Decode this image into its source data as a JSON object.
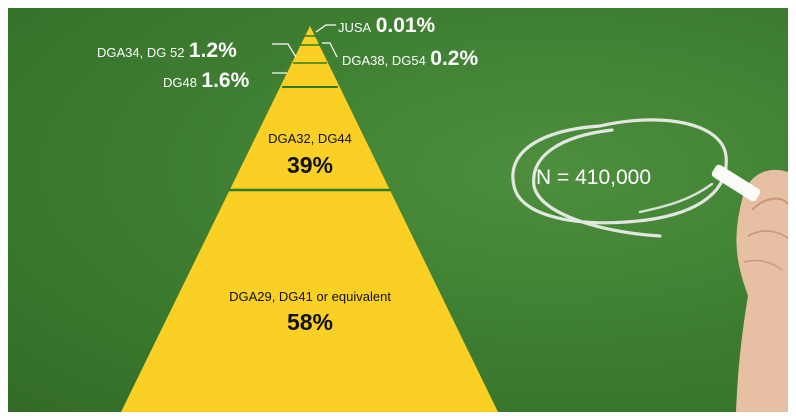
{
  "pyramid": {
    "tiers": [
      {
        "grade": "JUSA",
        "percent": "0.01%"
      },
      {
        "grade": "DGA38, DG54",
        "percent": "0.2%"
      },
      {
        "grade": "DGA34, DG 52",
        "percent": "1.2%"
      },
      {
        "grade": "DG48",
        "percent": "1.6%"
      },
      {
        "grade": "DGA32, DG44",
        "percent": "39%"
      },
      {
        "grade": "DGA29, DG41 or equivalent",
        "percent": "58%"
      }
    ]
  },
  "total": {
    "label": "N = 410,000"
  },
  "colors": {
    "board": "#3f7f32",
    "pyramid_fill": "#f9d023",
    "tier_divider": "#2e7d1e",
    "chalk": "#f2f2f2"
  }
}
